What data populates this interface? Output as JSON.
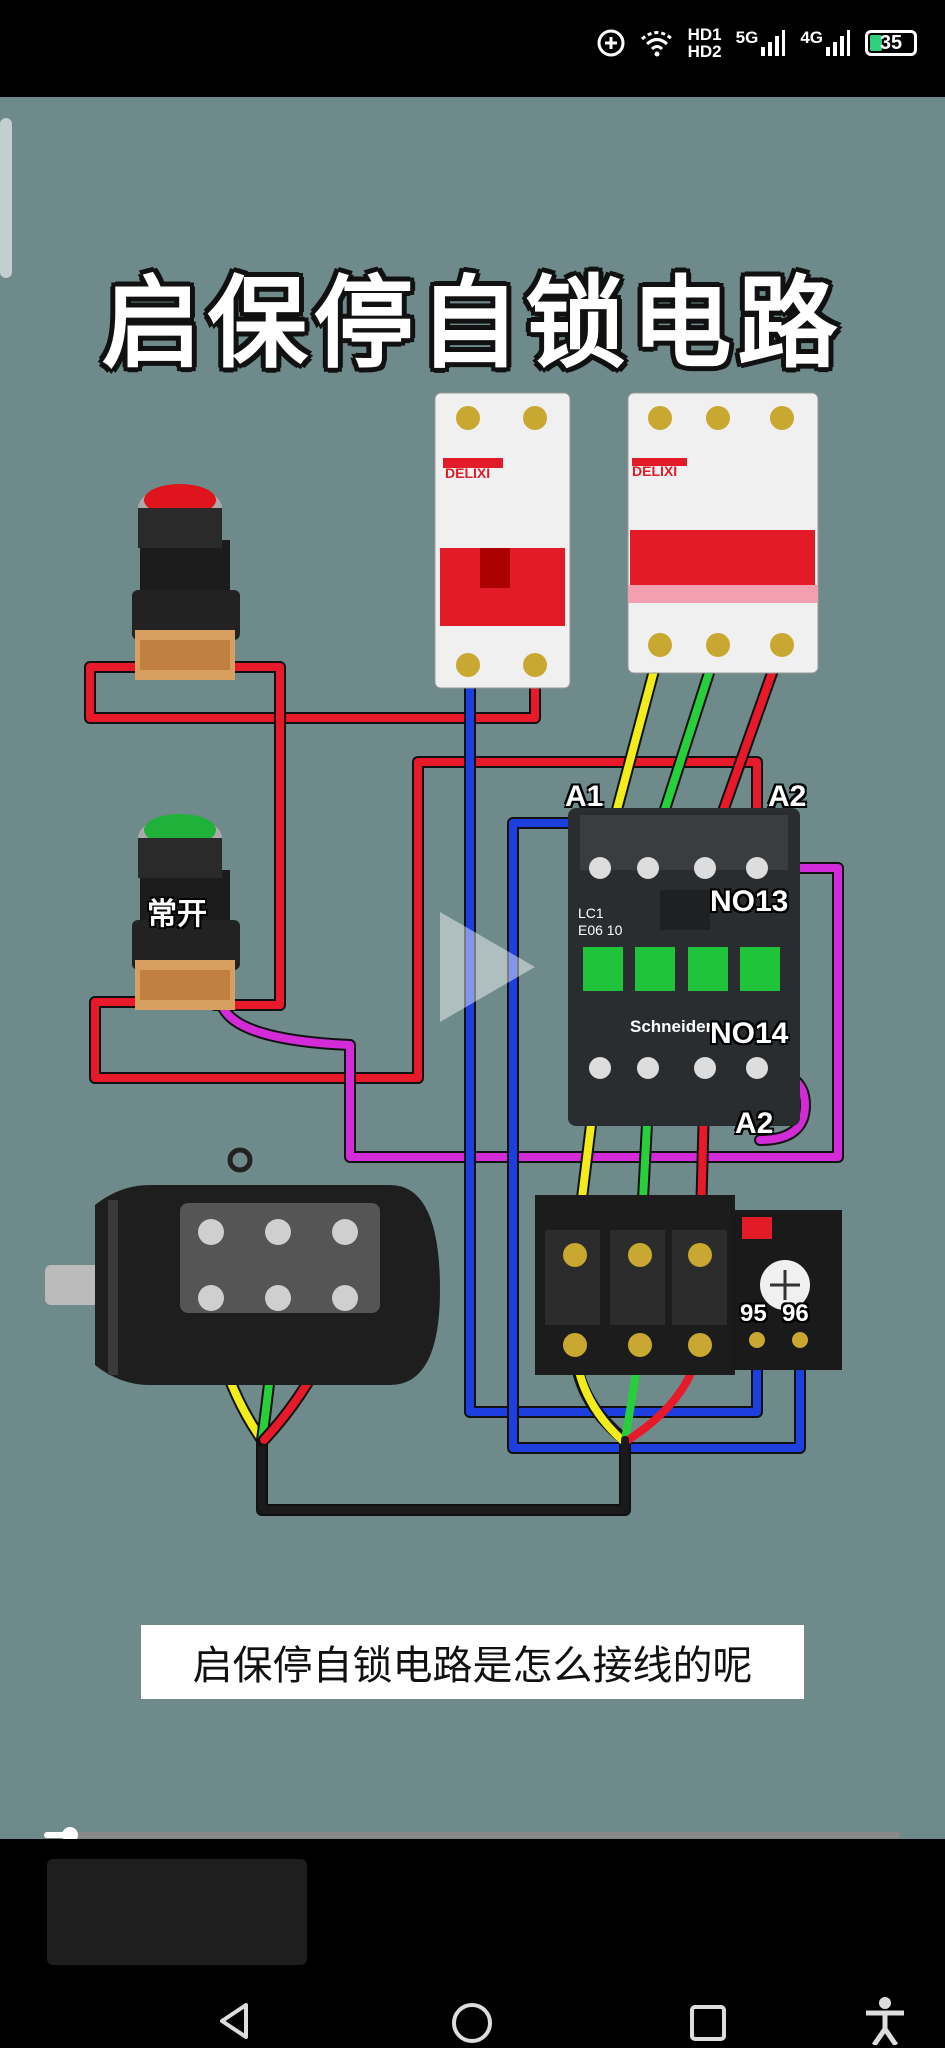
{
  "status_bar": {
    "hd_top": "HD1",
    "hd_bottom": "HD2",
    "network_1": "5G",
    "network_2": "4G",
    "battery": "35",
    "battery_level": 0.35
  },
  "video": {
    "title": "启保停自锁电路",
    "subtitle": "启保停自锁电路是怎么接线的呢",
    "labels": {
      "a1": "A1",
      "a2_top": "A2",
      "no13": "NO13",
      "no14": "NO14",
      "a2_bottom": "A2",
      "t95": "95",
      "t96": "96",
      "normally_open": "常开"
    },
    "breaker_brand": "DELIXI",
    "contactor_brand": "Schneider",
    "contactor_model": "LC1 E06 10",
    "progress": 0.03
  },
  "colors": {
    "background": "#6e8a8b",
    "wire_red": "#e8192b",
    "wire_blue": "#1d3fe0",
    "wire_yellow": "#f2ec1a",
    "wire_green": "#27d03b",
    "wire_magenta": "#d42bd8",
    "wire_black": "#111111"
  },
  "icons": [
    "add-circle-icon",
    "wifi-icon",
    "signal-icon",
    "battery-icon",
    "play-icon",
    "back-icon",
    "home-icon",
    "recents-icon",
    "accessibility-icon"
  ]
}
